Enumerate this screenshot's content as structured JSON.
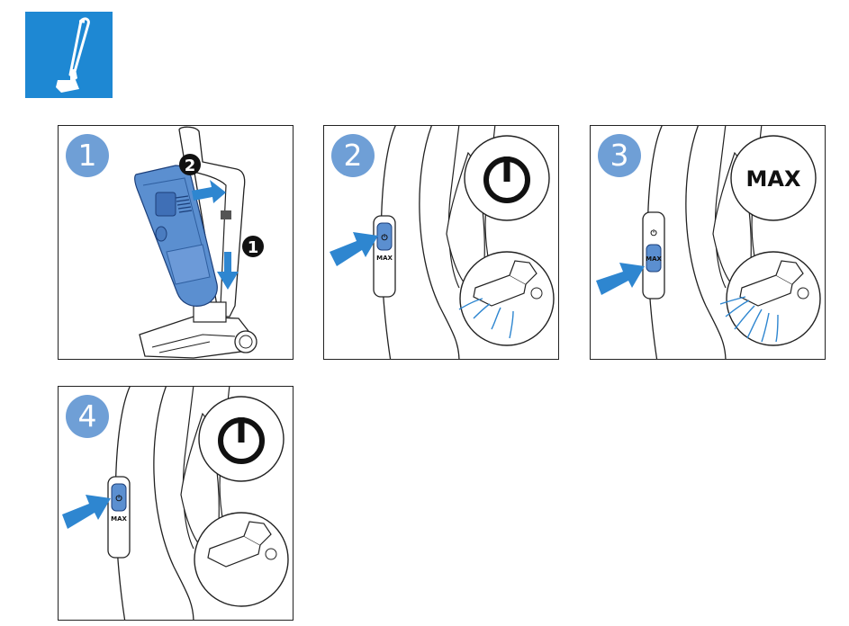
{
  "steps": [
    {
      "number": "1",
      "callout_a": "1",
      "callout_b": "2"
    },
    {
      "number": "2",
      "mode_symbol": "power-symbol",
      "switch_label": "MAX"
    },
    {
      "number": "3",
      "mode_label": "MAX",
      "switch_label": "MAX"
    },
    {
      "number": "4",
      "mode_symbol": "power-symbol",
      "switch_label": "MAX"
    }
  ],
  "colors": {
    "accent_blue": "#1e88d3",
    "badge_blue": "#6f9fd6",
    "arrow_blue": "#2e86d0"
  },
  "icons": [
    "stick-vacuum-icon",
    "handheld-unit",
    "power-symbol",
    "nozzle-airflow"
  ]
}
